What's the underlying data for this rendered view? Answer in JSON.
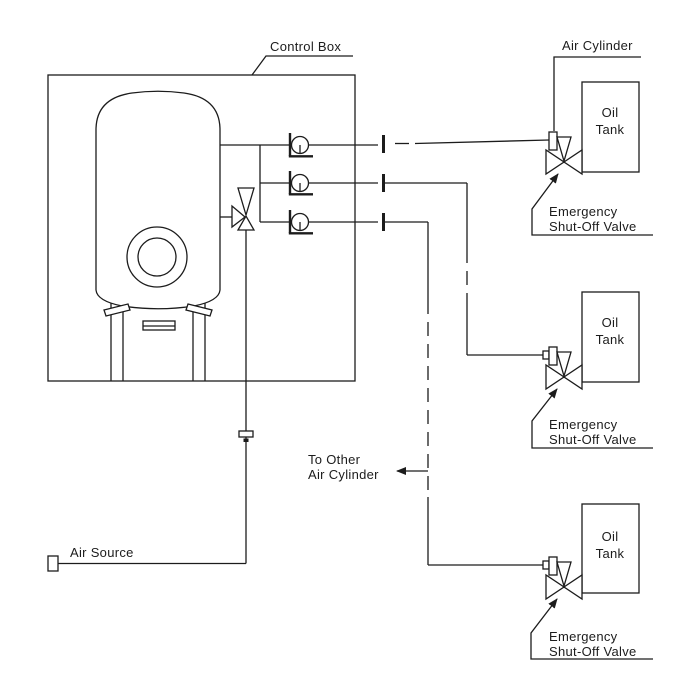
{
  "colors": {
    "ink": "#1c1c1c",
    "paper": "#ffffff"
  },
  "labels": {
    "control_box": "Control Box",
    "air_cylinder": "Air Cylinder",
    "air_source": "Air Source",
    "to_other_air_cylinder": {
      "line1": "To Other",
      "line2": "Air Cylinder"
    }
  },
  "tanks": [
    {
      "name": {
        "line1": "Oil",
        "line2": "Tank"
      },
      "valve": {
        "line1": "Emergency",
        "line2": "Shut-Off Valve"
      }
    },
    {
      "name": {
        "line1": "Oil",
        "line2": "Tank"
      },
      "valve": {
        "line1": "Emergency",
        "line2": "Shut-Off Valve"
      }
    },
    {
      "name": {
        "line1": "Oil",
        "line2": "Tank"
      },
      "valve": {
        "line1": "Emergency",
        "line2": "Shut-Off Valve"
      }
    }
  ]
}
